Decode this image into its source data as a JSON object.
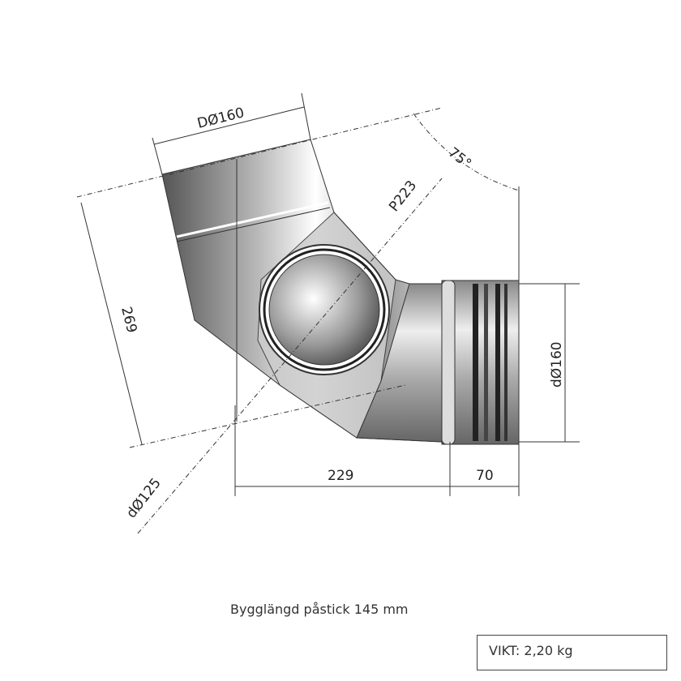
{
  "drawing": {
    "dimensions": {
      "outer_diameter": "DØ160",
      "angle": "75°",
      "radius": "P223",
      "height": "269",
      "branch_diameter": "dØ125",
      "right_diameter": "dØ160",
      "length_main": "229",
      "length_socket": "70"
    },
    "caption": "Bygglängd påstick 145 mm",
    "weight": "VIKT: 2,20 kg"
  }
}
